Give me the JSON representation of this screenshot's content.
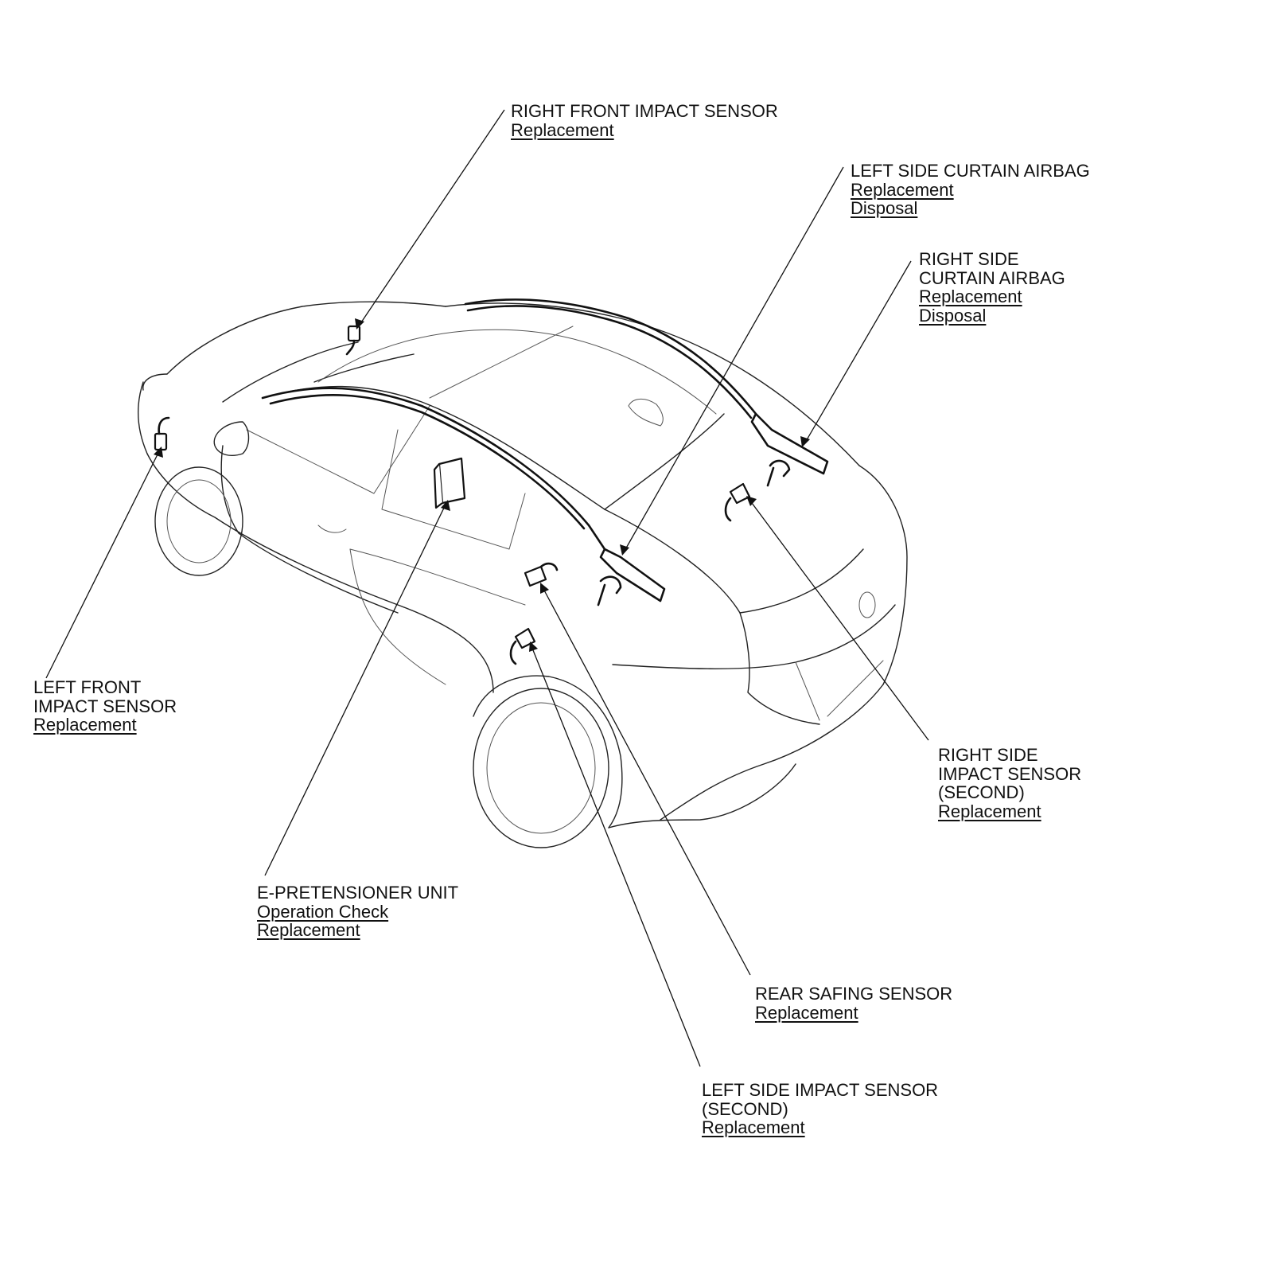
{
  "callouts": [
    {
      "id": "right-front-impact-sensor",
      "title": [
        "RIGHT FRONT IMPACT SENSOR"
      ],
      "links": [
        "Replacement"
      ]
    },
    {
      "id": "left-side-curtain-airbag",
      "title": [
        "LEFT SIDE CURTAIN AIRBAG"
      ],
      "links": [
        "Replacement",
        "Disposal"
      ]
    },
    {
      "id": "right-side-curtain-airbag",
      "title": [
        "RIGHT SIDE",
        "CURTAIN AIRBAG"
      ],
      "links": [
        "Replacement",
        "Disposal"
      ]
    },
    {
      "id": "left-front-impact-sensor",
      "title": [
        "LEFT FRONT",
        "IMPACT SENSOR"
      ],
      "links": [
        "Replacement"
      ]
    },
    {
      "id": "right-side-impact-sensor-second",
      "title": [
        "RIGHT SIDE",
        "IMPACT SENSOR",
        "(SECOND)"
      ],
      "links": [
        "Replacement"
      ]
    },
    {
      "id": "e-pretensioner-unit",
      "title": [
        "E-PRETENSIONER UNIT"
      ],
      "links": [
        "Operation Check",
        "Replacement"
      ]
    },
    {
      "id": "rear-safing-sensor",
      "title": [
        "REAR SAFING SENSOR"
      ],
      "links": [
        "Replacement"
      ]
    },
    {
      "id": "left-side-impact-sensor-second",
      "title": [
        "LEFT SIDE IMPACT SENSOR",
        "(SECOND)"
      ],
      "links": [
        "Replacement"
      ]
    }
  ]
}
